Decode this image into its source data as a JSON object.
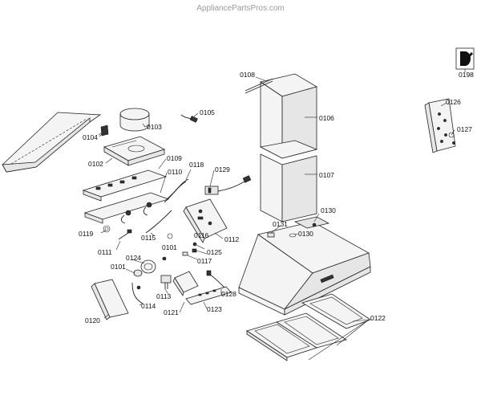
{
  "watermark": "AppliancePartsPros.com",
  "part_labels": {
    "p0101": "0101",
    "p0102": "0102",
    "p0103": "0103",
    "p0104": "0104",
    "p0105": "0105",
    "p0106": "0106",
    "p0107": "0107",
    "p0108": "0108",
    "p0109": "0109",
    "p0110": "0110",
    "p0111": "0111",
    "p0112": "0112",
    "p0113": "0113",
    "p0114": "0114",
    "p0115": "0115",
    "p0116": "0116",
    "p0117": "0117",
    "p0118": "0118",
    "p0119": "0119",
    "p0120": "0120",
    "p0121": "0121",
    "p0122": "0122",
    "p0123": "0123",
    "p0124": "0124",
    "p0125": "0125",
    "p0126": "0126",
    "p0127": "0127",
    "p0128": "0128",
    "p0129": "0129",
    "p0130a": "0130",
    "p0130b": "0130",
    "p0131": "0131",
    "p0198": "0198"
  },
  "icons": {
    "tool_icon": "manual-tool-icon"
  }
}
